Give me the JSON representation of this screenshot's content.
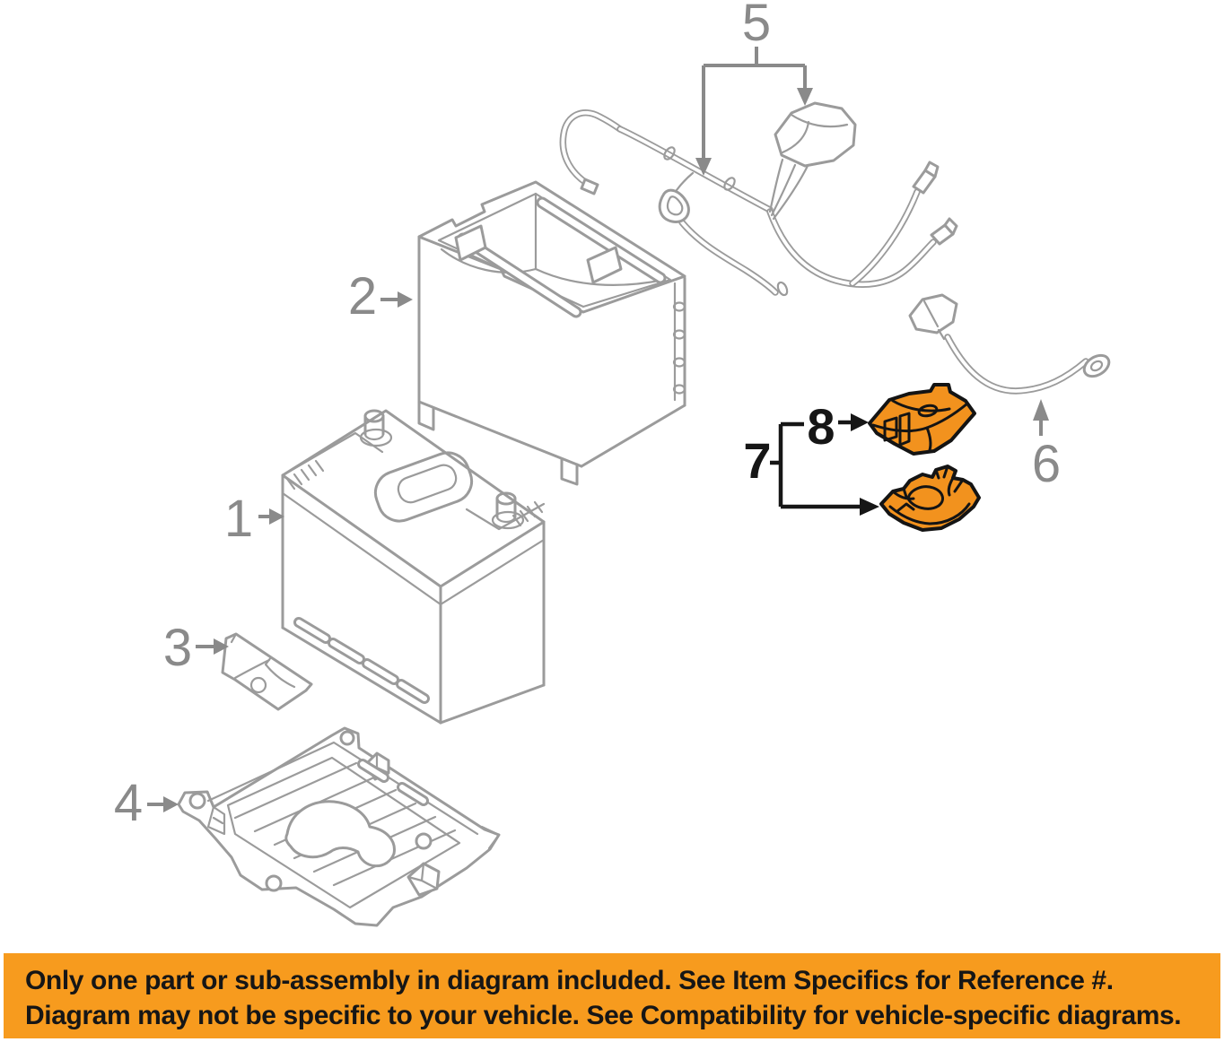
{
  "banner": {
    "line1": "Only one part or sub-assembly in diagram included. See Item Specifics for Reference #.",
    "line2": "Diagram may not be specific to your vehicle. See Compatibility for vehicle-specific diagrams.",
    "bg_color": "#f79b1e",
    "text_color": "#161616"
  },
  "callouts": [
    {
      "ref": "1"
    },
    {
      "ref": "2"
    },
    {
      "ref": "3"
    },
    {
      "ref": "4"
    },
    {
      "ref": "5"
    },
    {
      "ref": "6"
    },
    {
      "ref": "7"
    },
    {
      "ref": "8"
    }
  ],
  "colors": {
    "diagram_line": "#9b9b9b",
    "callout_gray": "#8a8a8a",
    "callout_black": "#161616",
    "highlight_orange": "#f2921e"
  }
}
